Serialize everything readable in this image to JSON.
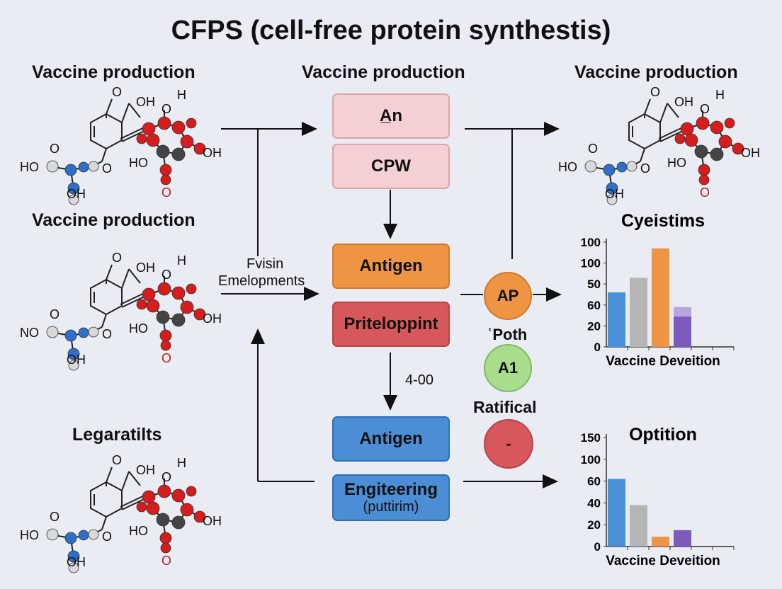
{
  "title": "CFPS (cell-free protein synthestis)",
  "headings": {
    "left_top": "Vaccine production",
    "center_top": "Vaccine production",
    "right_top": "Vaccine production",
    "left_middle": "Vaccine production",
    "left_bottom": "Legaratilts"
  },
  "flow": {
    "box1": "A̲n",
    "box2": "CPW",
    "box3": "Antigen",
    "box4": "Priteloppint",
    "box5": "Antigen",
    "box6_main": "Engiteering",
    "box6_sub": "(puttirim)",
    "side_label_line1": "Fvisin",
    "side_label_line2": "Emelopments",
    "arrow_label": "4-00",
    "circle1": "AP",
    "circle2_label": "ʿPoth",
    "circle2": "A1",
    "circle3_label": "Ratifical",
    "circle3": "-"
  },
  "molecules": {
    "top_left": {
      "oh1": "OH",
      "o1": "O",
      "ho1": "HO",
      "o2": "O",
      "oh2": "OH",
      "h1": "H",
      "o3": "O",
      "ho2": "HO",
      "oh3": "OH",
      "o4": "O",
      "o5": "O"
    },
    "mid_left": {
      "oh1": "OH",
      "o1": "O",
      "ho1": "NO",
      "o2": "O",
      "oh2": "OH",
      "h1": "H",
      "o3": "O",
      "ho2": "HO",
      "oh3": "OH",
      "o4": "O",
      "o5": "O"
    },
    "bottom_left": {
      "oh1": "OH",
      "o1": "O",
      "ho1": "HO",
      "o2": "O",
      "oh2": "OH",
      "h1": "H",
      "o3": "O",
      "ho2": "HO",
      "oh3": "OH",
      "o4": "O",
      "o5": "O"
    },
    "top_right": {
      "oh1": "OH",
      "o1": "O",
      "ho1": "HO",
      "o2": "O",
      "oh2": "OH",
      "h1": "H",
      "o3": "O",
      "ho2": "HO",
      "oh3": "OH",
      "o4": "O",
      "o5": "O"
    }
  },
  "colors": {
    "blue": "#4a90d9",
    "gray": "#b5b5b5",
    "orange": "#ef9443",
    "purple": "#7d5bbe",
    "purple_light": "#b9a5dd"
  },
  "chart_data": [
    {
      "type": "bar",
      "title": "Cyeistims",
      "xlabel": "Vaccine Deveition",
      "yticks": [
        "0",
        "20",
        "60",
        "50",
        "100",
        "100"
      ],
      "ylim": [
        0,
        100
      ],
      "categories": [
        "",
        "",
        "",
        ""
      ],
      "values": [
        52,
        66,
        94,
        29
      ],
      "stacked_extra": [
        0,
        0,
        0,
        9
      ]
    },
    {
      "type": "bar",
      "title": "Optition",
      "xlabel": "Vaccine Deveition",
      "yticks": [
        "0",
        "20",
        "40",
        "60",
        "100",
        "150"
      ],
      "ylim": [
        0,
        100
      ],
      "categories": [
        "",
        "",
        "",
        ""
      ],
      "values": [
        62,
        38,
        9,
        15
      ]
    }
  ]
}
